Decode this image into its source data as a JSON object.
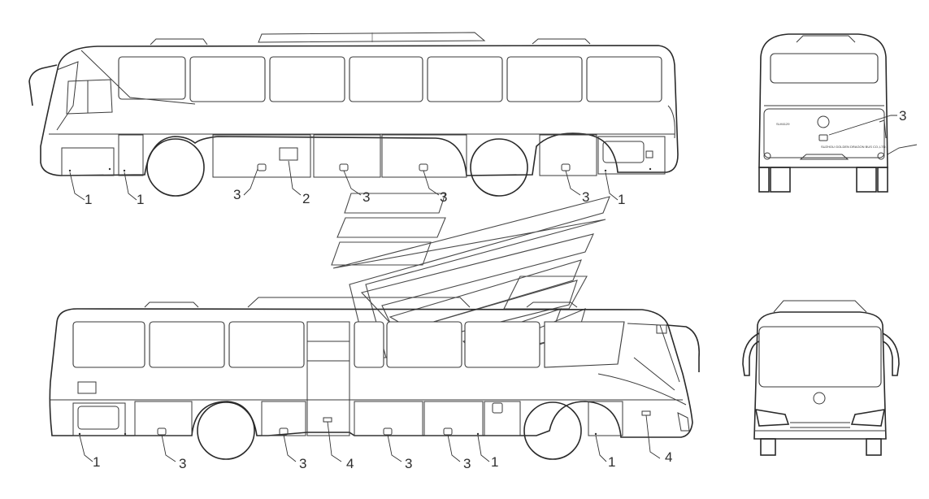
{
  "callouts": {
    "top_side": [
      "1",
      "1",
      "3",
      "2",
      "3",
      "3",
      "3",
      "1"
    ],
    "rear": [
      "3"
    ],
    "bottom_side": [
      "1",
      "3",
      "3",
      "4",
      "3",
      "3",
      "1",
      "1",
      "4"
    ]
  },
  "badges": {
    "rear_model": "SLK6129",
    "rear_plate": "SUZHOU GOLDEN DRAGON BUS CO.,LTD."
  },
  "colors": {
    "line": "#3a3a3a",
    "background": "#ffffff"
  }
}
